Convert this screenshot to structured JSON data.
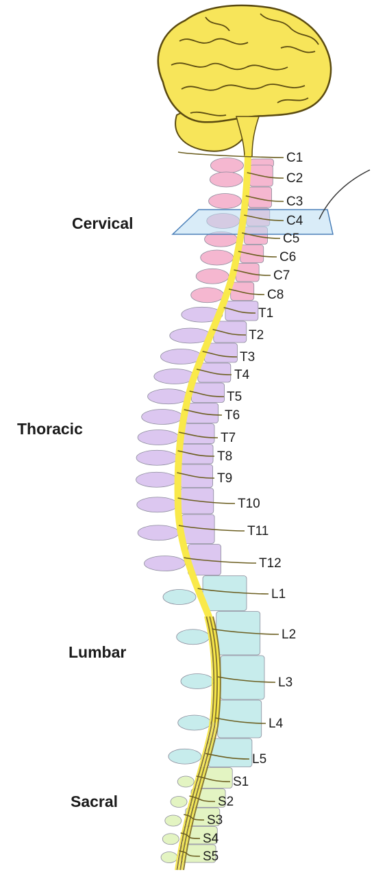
{
  "colors": {
    "brain": "#f7e55a",
    "brain_stroke": "#5a4a10",
    "cord": "#f9e94a",
    "cervical": "#f5b7d0",
    "thoracic": "#dcc7f0",
    "lumbar": "#c7ecec",
    "sacral": "#e3f4c2",
    "plane": "#b9dcf2"
  },
  "regions": [
    {
      "key": "cervical",
      "label": "Cervical"
    },
    {
      "key": "thoracic",
      "label": "Thoracic"
    },
    {
      "key": "lumbar",
      "label": "Lumbar"
    },
    {
      "key": "sacral",
      "label": "Sacral"
    }
  ],
  "levels": [
    {
      "label": "C1",
      "region": "cervical"
    },
    {
      "label": "C2",
      "region": "cervical"
    },
    {
      "label": "C3",
      "region": "cervical"
    },
    {
      "label": "C4",
      "region": "cervical"
    },
    {
      "label": "C5",
      "region": "cervical"
    },
    {
      "label": "C6",
      "region": "cervical"
    },
    {
      "label": "C7",
      "region": "cervical"
    },
    {
      "label": "C8",
      "region": "cervical"
    },
    {
      "label": "T1",
      "region": "thoracic"
    },
    {
      "label": "T2",
      "region": "thoracic"
    },
    {
      "label": "T3",
      "region": "thoracic"
    },
    {
      "label": "T4",
      "region": "thoracic"
    },
    {
      "label": "T5",
      "region": "thoracic"
    },
    {
      "label": "T6",
      "region": "thoracic"
    },
    {
      "label": "T7",
      "region": "thoracic"
    },
    {
      "label": "T8",
      "region": "thoracic"
    },
    {
      "label": "T9",
      "region": "thoracic"
    },
    {
      "label": "T10",
      "region": "thoracic"
    },
    {
      "label": "T11",
      "region": "thoracic"
    },
    {
      "label": "T12",
      "region": "thoracic"
    },
    {
      "label": "L1",
      "region": "lumbar"
    },
    {
      "label": "L2",
      "region": "lumbar"
    },
    {
      "label": "L3",
      "region": "lumbar"
    },
    {
      "label": "L4",
      "region": "lumbar"
    },
    {
      "label": "L5",
      "region": "lumbar"
    },
    {
      "label": "S1",
      "region": "sacral"
    },
    {
      "label": "S2",
      "region": "sacral"
    },
    {
      "label": "S3",
      "region": "sacral"
    },
    {
      "label": "S4",
      "region": "sacral"
    },
    {
      "label": "S5",
      "region": "sacral"
    }
  ]
}
